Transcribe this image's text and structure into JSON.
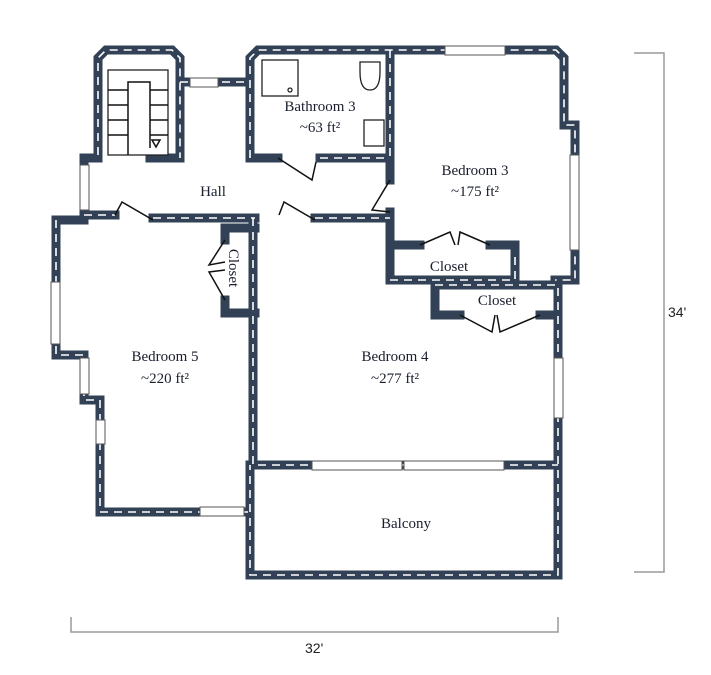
{
  "floorplan": {
    "rooms": [
      {
        "name": "Hall",
        "area": ""
      },
      {
        "name": "Bathroom 3",
        "area": "~63 ft²"
      },
      {
        "name": "Bedroom 3",
        "area": "~175 ft²"
      },
      {
        "name": "Bedroom 4",
        "area": "~277 ft²"
      },
      {
        "name": "Bedroom 5",
        "area": "~220 ft²"
      },
      {
        "name": "Balcony",
        "area": ""
      },
      {
        "name": "Closet",
        "area": ""
      },
      {
        "name": "Closet",
        "area": ""
      },
      {
        "name": "Closet",
        "area": ""
      }
    ],
    "dimensions": {
      "width": "32'",
      "height": "34'"
    },
    "colors": {
      "wall": "#324156",
      "dimension_line": "#9a9a9a"
    }
  }
}
